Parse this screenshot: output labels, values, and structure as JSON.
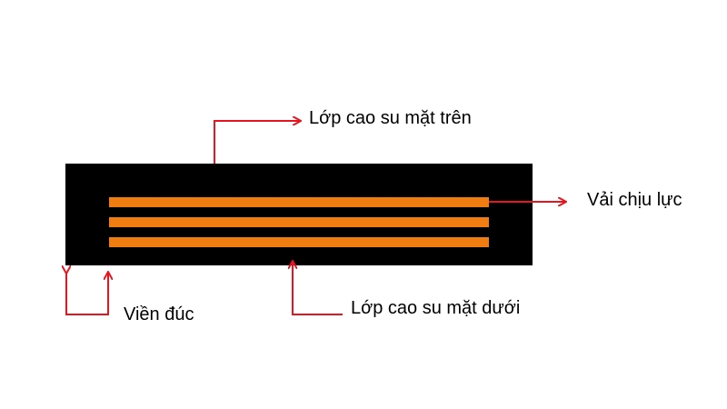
{
  "diagram": {
    "colors": {
      "belt_body": "#000000",
      "fabric_layers": "#F07D12",
      "arrows": "#E8141E",
      "text": "#000000",
      "background": "#FFFFFF"
    },
    "fabric_layer_count": 3,
    "labels": {
      "top_rubber": "Lớp cao su mặt trên",
      "fabric": "Vải chịu lực",
      "molded_edge": "Viền đúc",
      "bottom_rubber": "Lớp cao su mặt dưới"
    }
  }
}
